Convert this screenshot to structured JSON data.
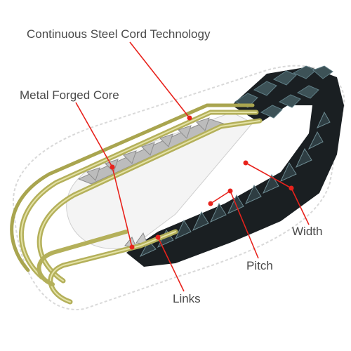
{
  "labels": {
    "steel_cord": "Continuous  Steel Cord Technology",
    "metal_core": "Metal Forged Core",
    "width": "Width",
    "pitch": "Pitch",
    "links": "Links"
  },
  "colors": {
    "callout": "#e8221c",
    "rubber": "#1a1f22",
    "rubber_highlight": "#4e6b72",
    "steel_cord": "#b4b05a",
    "steel_cord_light": "#e4e2a6",
    "metal_core": "#bcbcbc",
    "text": "#4a4a4a"
  }
}
